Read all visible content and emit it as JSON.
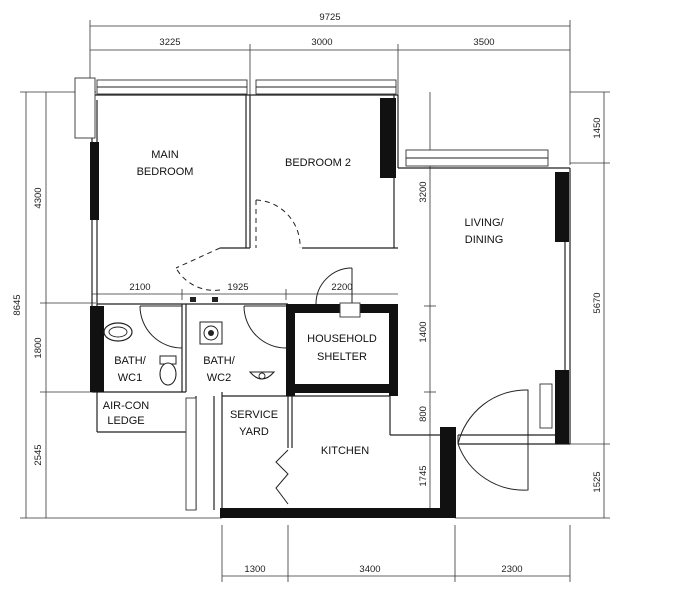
{
  "dimensions": {
    "top_total": "9725",
    "top_segments": [
      "3225",
      "3000",
      "3500"
    ],
    "left_total": "8645",
    "left_segments": [
      "4300",
      "1800",
      "2545"
    ],
    "right_segments": [
      "1450",
      "5670",
      "1525"
    ],
    "bottom_segments": [
      "1300",
      "3400",
      "2300"
    ],
    "interior": {
      "main_bedroom_width": "2100",
      "bath_wc2_width": "1925",
      "shelter_width": "2200",
      "bedroom2_depth": "3200",
      "shelter_depth": "1400",
      "corridor": "800",
      "kitchen_depth": "1745"
    }
  },
  "rooms": {
    "main_bedroom": [
      "MAIN",
      "BEDROOM"
    ],
    "bedroom2": "BEDROOM 2",
    "living_dining": [
      "LIVING/",
      "DINING"
    ],
    "bath_wc1": [
      "BATH/",
      "WC1"
    ],
    "bath_wc2": [
      "BATH/",
      "WC2"
    ],
    "shelter": [
      "HOUSEHOLD",
      "SHELTER"
    ],
    "aircon_ledge": [
      "AIR-CON",
      "LEDGE"
    ],
    "service_yard": [
      "SERVICE",
      "YARD"
    ],
    "kitchen": "KITCHEN"
  }
}
